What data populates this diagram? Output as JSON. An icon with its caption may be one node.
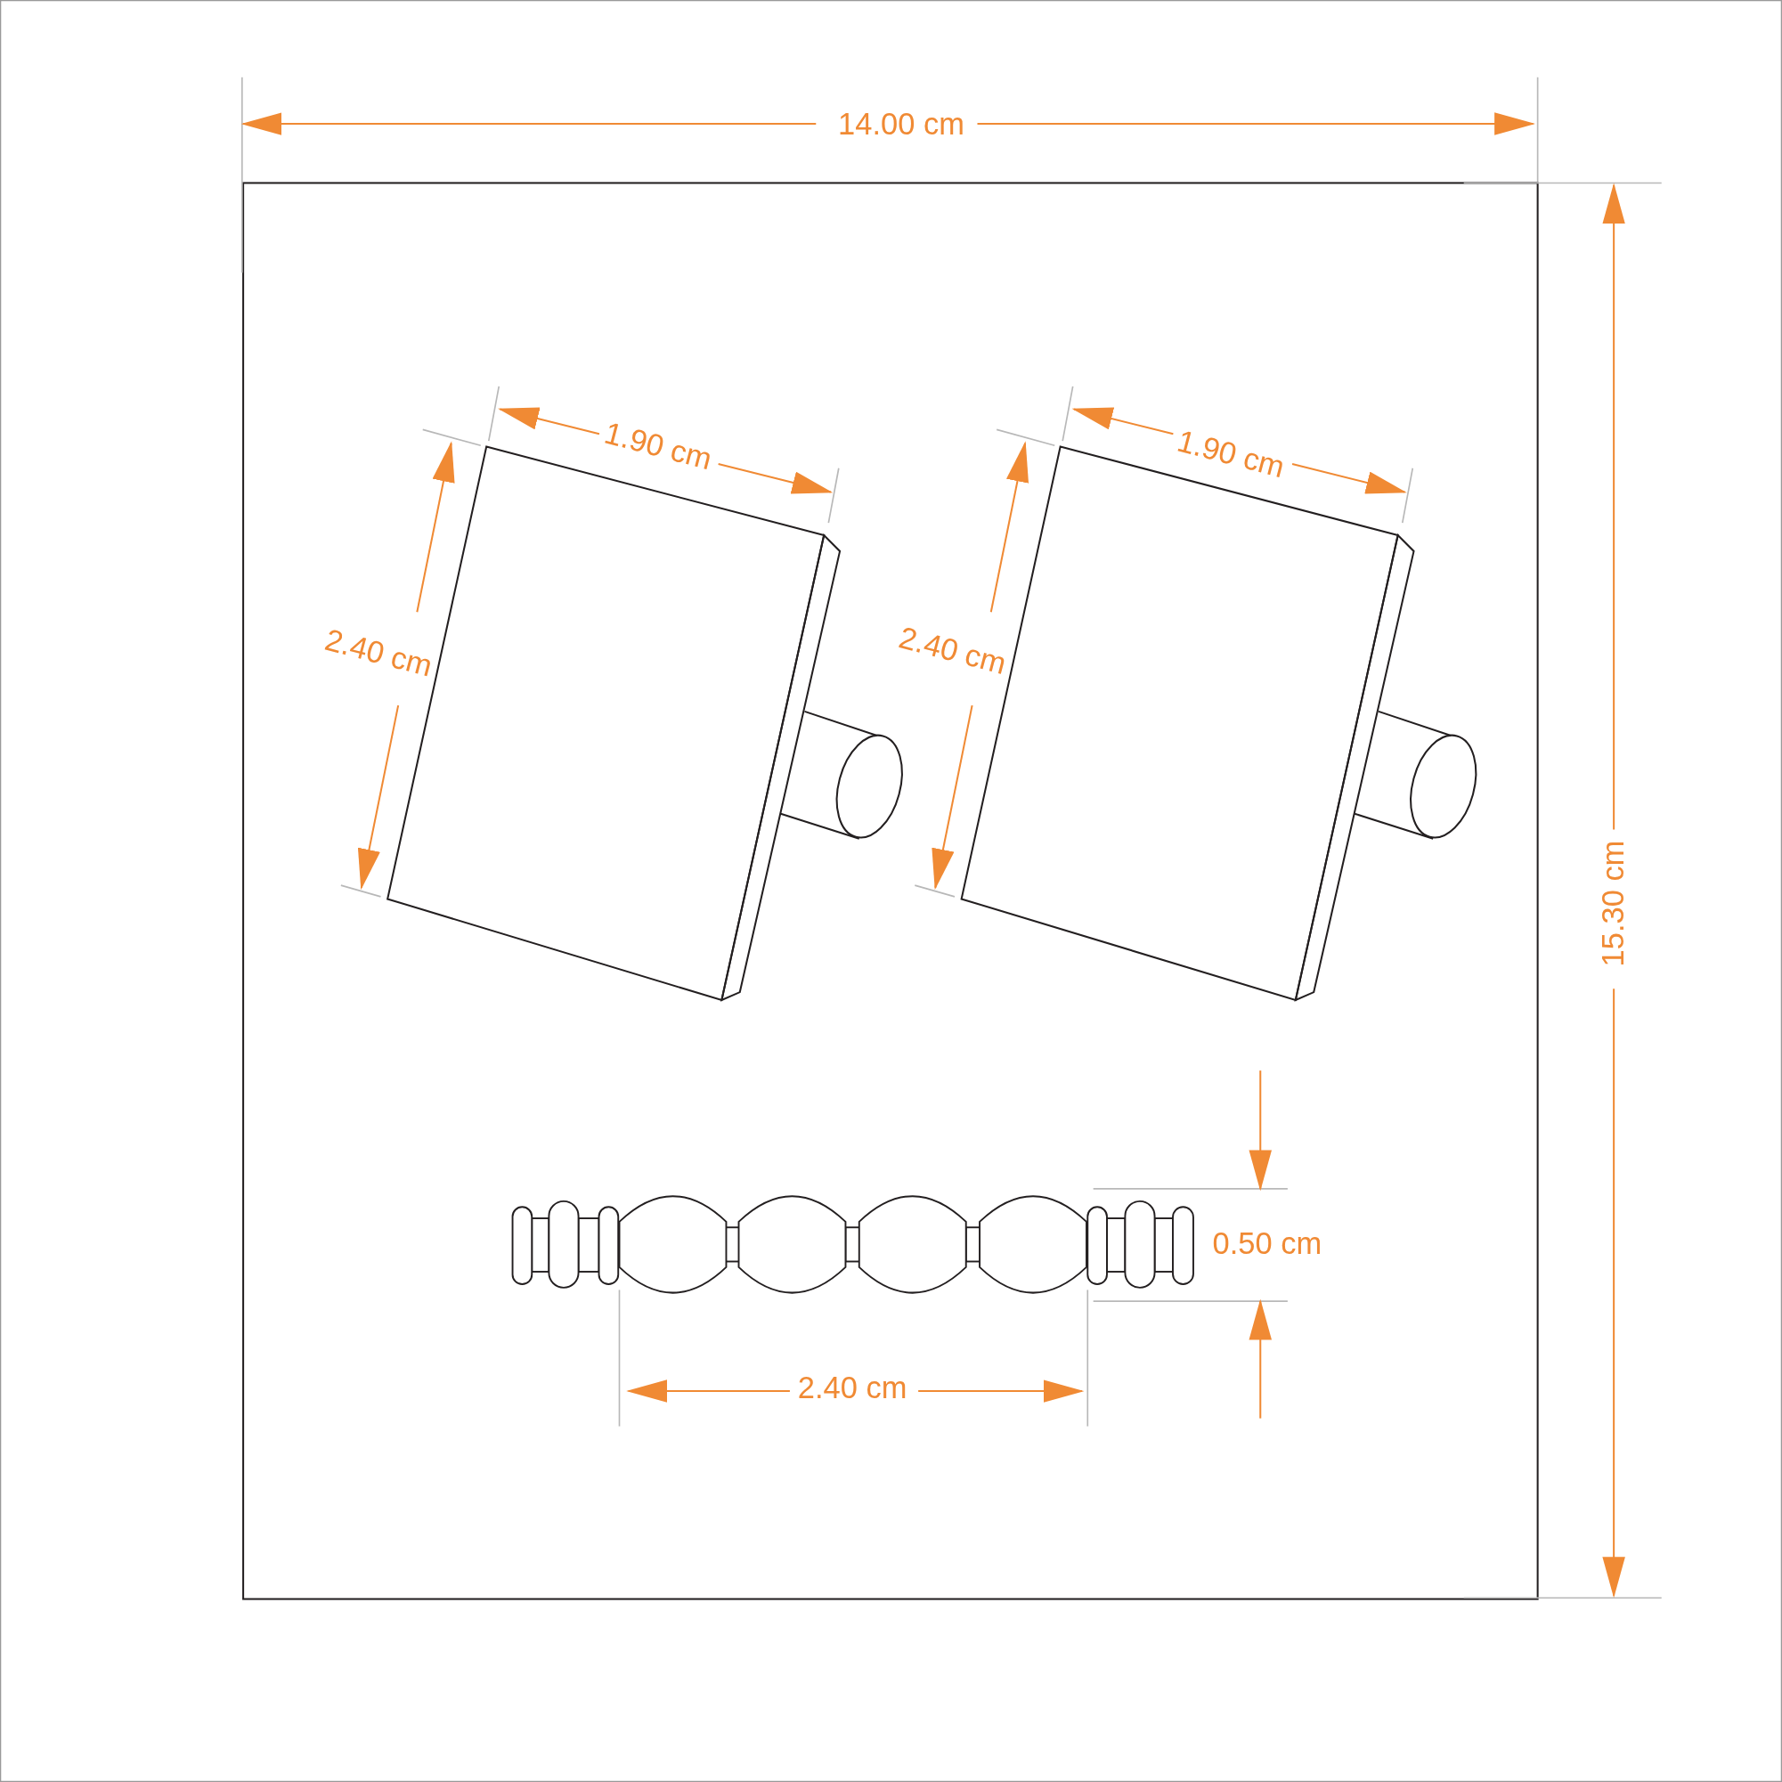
{
  "diagram": {
    "labels": [
      "14.00 cm",
      "1.90 cm",
      "1.90 cm",
      "2.40 cm",
      "2.40 cm",
      "15.30 cm",
      "0.50 cm",
      "2.40 cm"
    ]
  }
}
